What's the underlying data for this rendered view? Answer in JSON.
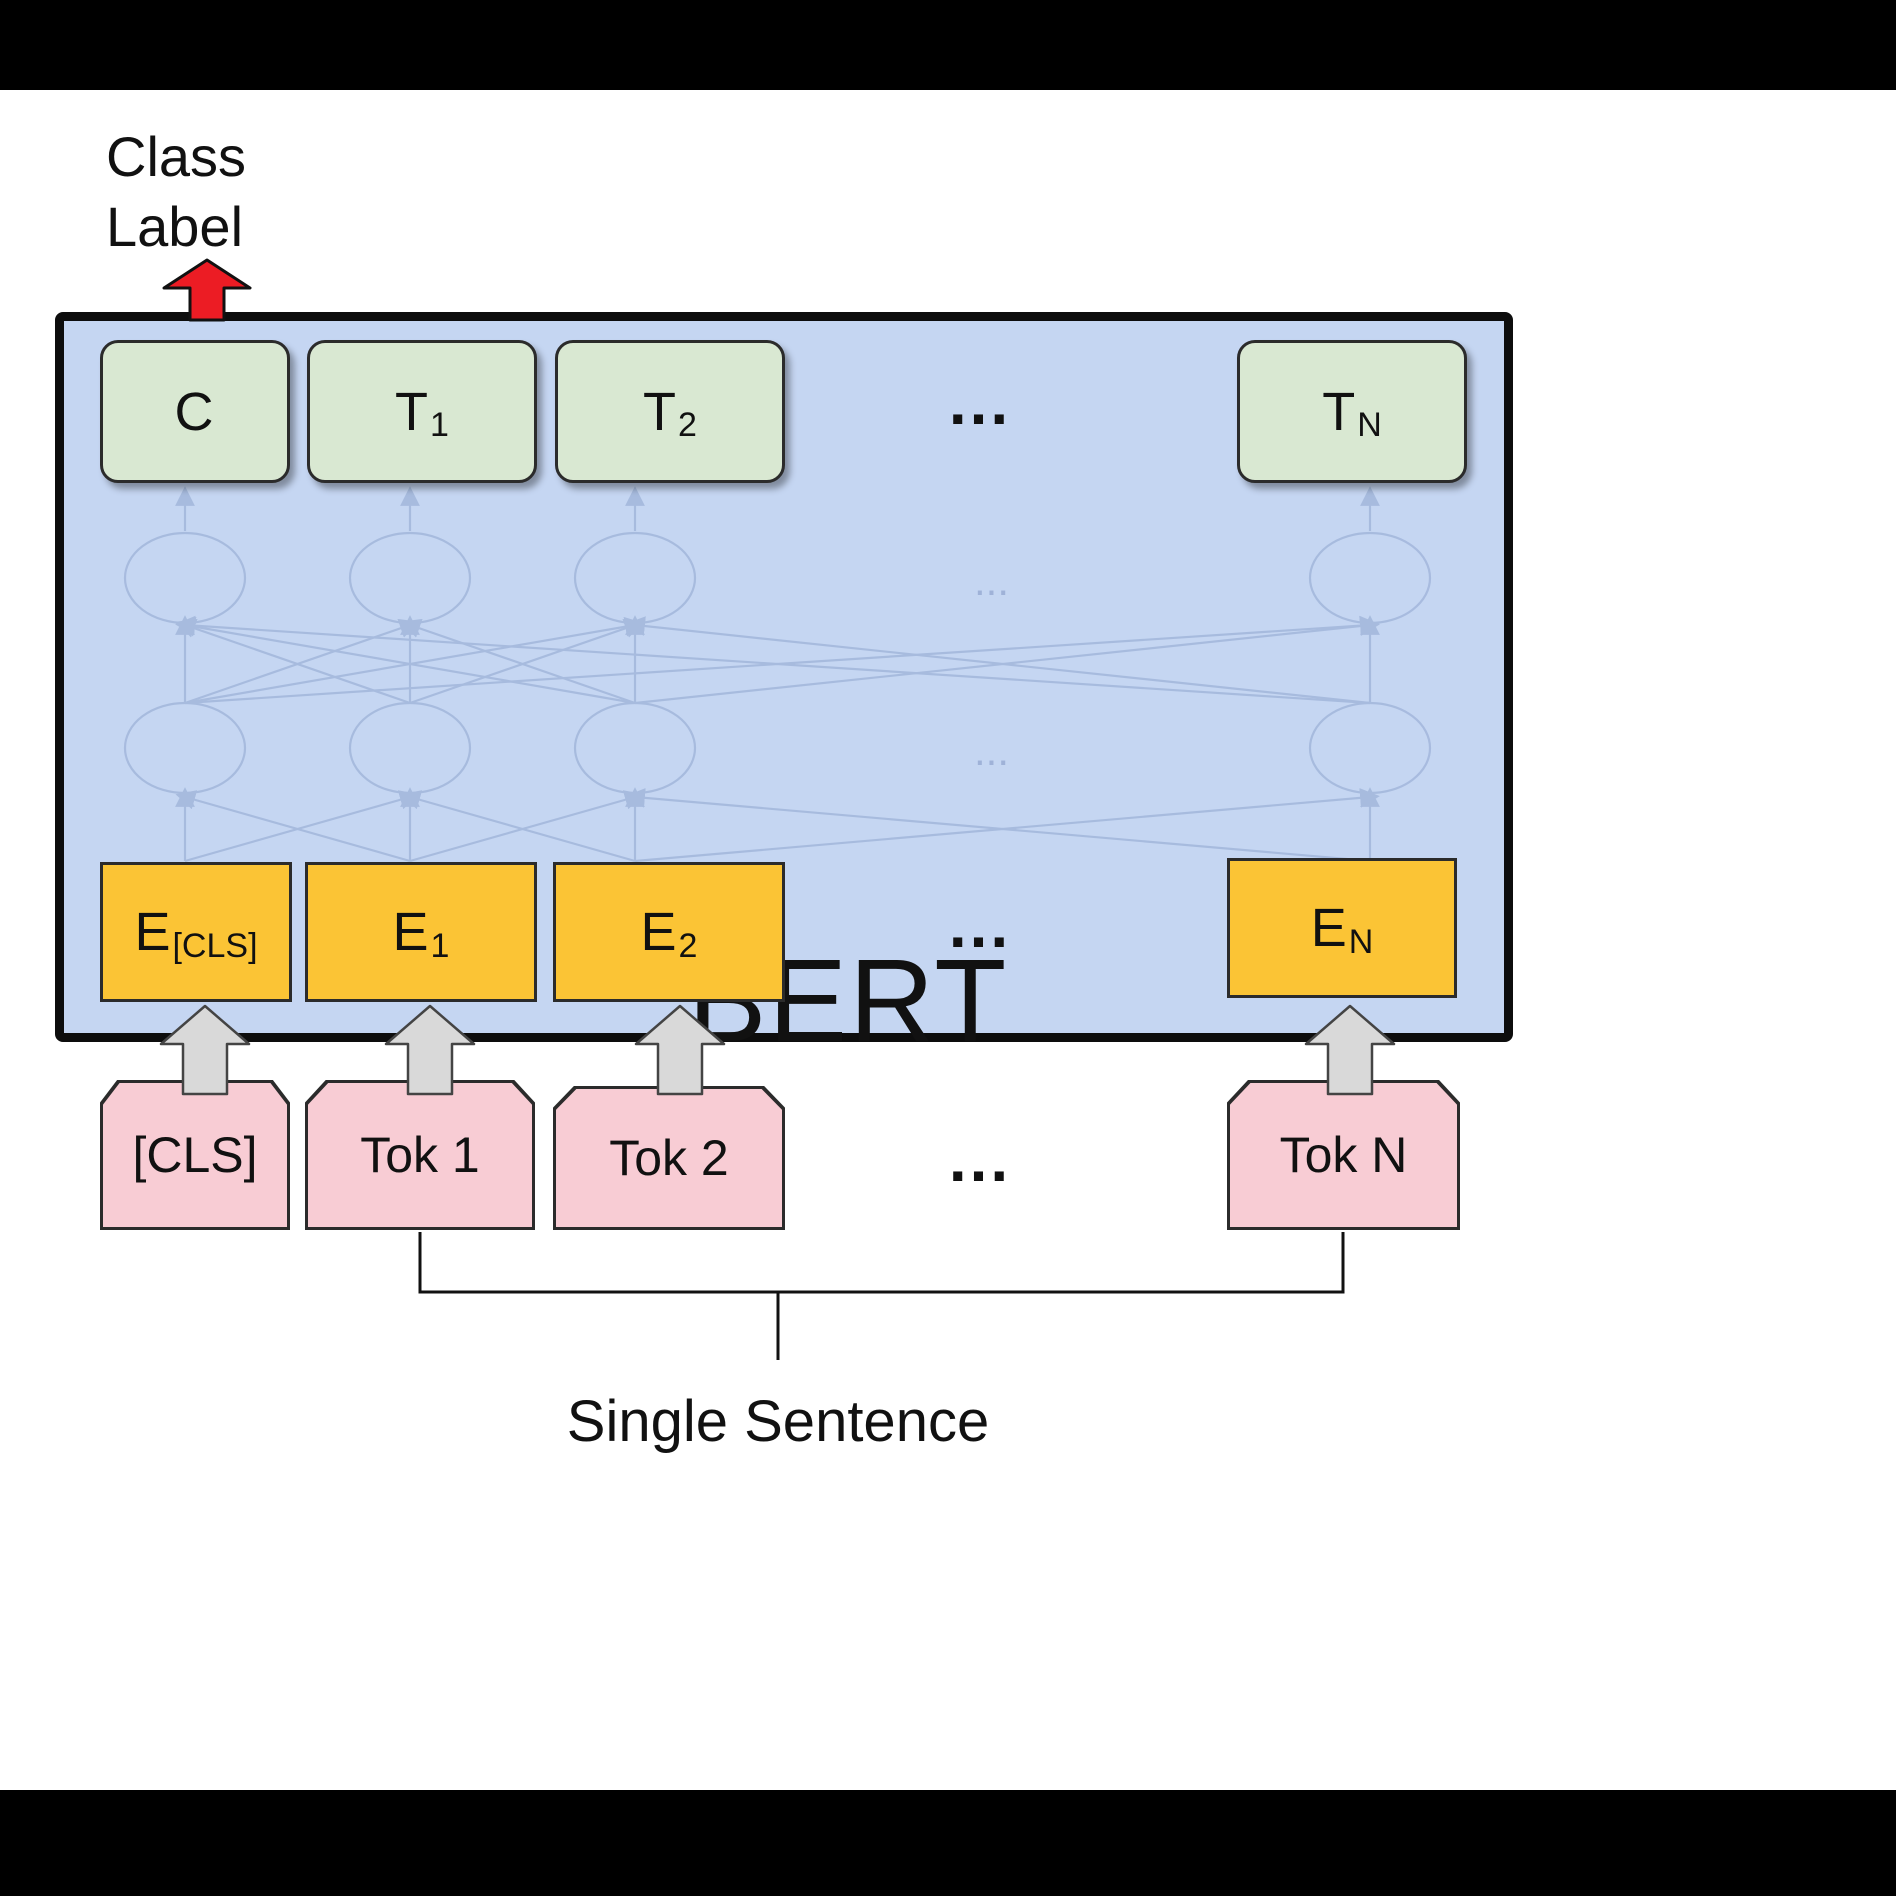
{
  "top_label": {
    "line1": "Class",
    "line2": "Label"
  },
  "model": {
    "name": "BERT"
  },
  "outputs": {
    "boxes": [
      {
        "base": "C",
        "sub": ""
      },
      {
        "base": "T",
        "sub": "1"
      },
      {
        "base": "T",
        "sub": "2"
      },
      {
        "base": "T",
        "sub": "N"
      }
    ],
    "ellipsis": "..."
  },
  "hidden": {
    "ellipsis_top": "...",
    "ellipsis_bottom": "..."
  },
  "embeddings": {
    "boxes": [
      {
        "base": "E",
        "sub": "[CLS]"
      },
      {
        "base": "E",
        "sub": "1"
      },
      {
        "base": "E",
        "sub": "2"
      },
      {
        "base": "E",
        "sub": "N"
      }
    ],
    "ellipsis": "..."
  },
  "tokens": {
    "boxes": [
      {
        "label": "[CLS]"
      },
      {
        "label": "Tok 1"
      },
      {
        "label": "Tok 2"
      },
      {
        "label": "Tok N"
      }
    ],
    "ellipsis": "..."
  },
  "caption": "Single Sentence",
  "colors": {
    "bert_fill": "#c5d6f2",
    "output_fill": "#d9e8d2",
    "embedding_fill": "#fbc435",
    "token_fill": "#f8ccd4",
    "arrow_red": "#ec1c24",
    "arrow_gray": "#d9d9d9"
  }
}
